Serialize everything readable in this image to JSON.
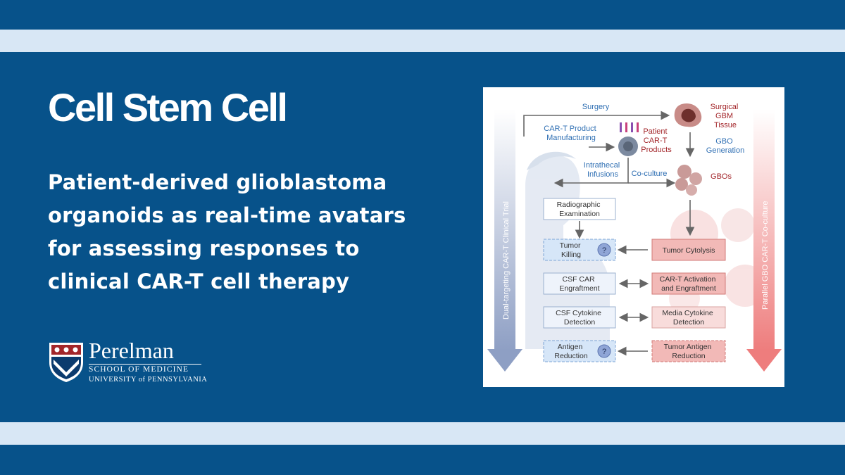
{
  "journal": "Cell Stem Cell",
  "headline": [
    "Patient-derived glioblastoma",
    "organoids as real-time avatars",
    "for assessing responses to",
    "clinical CAR-T cell therapy"
  ],
  "institution": {
    "name": "Perelman",
    "school": "SCHOOL OF MEDICINE",
    "university": "UNIVERSITY of PENNSYLVANIA"
  },
  "figure": {
    "left_arrow_label": "Dual-targeting CAR-T Clinical Trial",
    "right_arrow_label": "Parallel GBO CAR-T Co-culture",
    "surgery": "Surgery",
    "surgical_tissue": [
      "Surgical",
      "GBM",
      "Tissue"
    ],
    "manufacturing": [
      "CAR-T Product",
      "Manufacturing"
    ],
    "patient_products": [
      "Patient",
      "CAR-T",
      "Products"
    ],
    "gbo_generation": [
      "GBO",
      "Generation"
    ],
    "intrathecal": [
      "Intrathecal",
      "Infusions"
    ],
    "coculture": "Co-culture",
    "gbos": "GBOs",
    "radiographic": [
      "Radiographic",
      "Examination"
    ],
    "left_boxes": [
      [
        "Tumor",
        "Killing"
      ],
      [
        "CSF CAR",
        "Engraftment"
      ],
      [
        "CSF Cytokine",
        "Detection"
      ],
      [
        "Antigen",
        "Reduction"
      ]
    ],
    "right_boxes": [
      [
        "Tumor Cytolysis"
      ],
      [
        "CAR-T Activation",
        "and Engraftment"
      ],
      [
        "Media Cytokine",
        "Detection"
      ],
      [
        "Tumor Antigen",
        "Reduction"
      ]
    ],
    "question": "?"
  },
  "colors": {
    "background": "#07528a",
    "stripe": "#d8e7f5",
    "blue_label": "#2f6fb3",
    "red_label": "#a3262a"
  }
}
